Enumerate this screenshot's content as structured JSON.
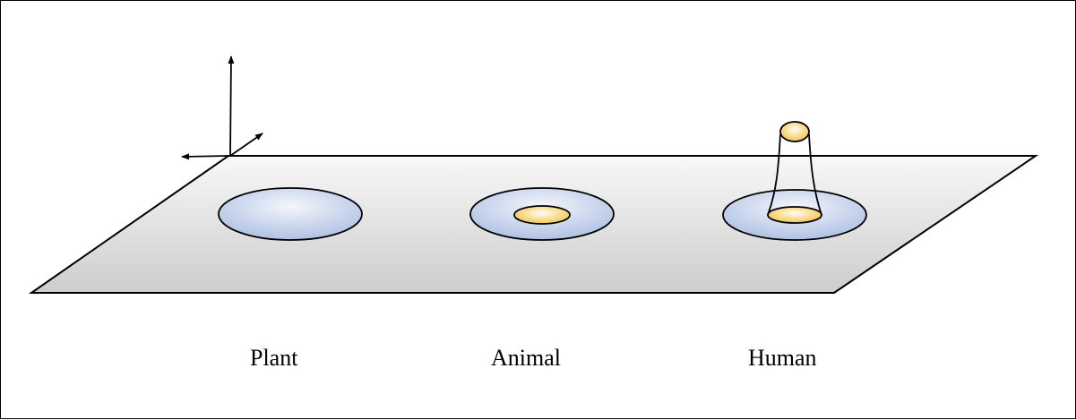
{
  "labels": {
    "plant": "Plant",
    "animal": "Animal",
    "human": "Human"
  },
  "colors": {
    "plane_top": "#f7f7f7",
    "plane_bottom": "#cfcfcf",
    "disc_light": "#eef2fa",
    "disc_dark": "#a9bde2",
    "core_light": "#fffbe6",
    "core_dark": "#f4c24a",
    "outline": "#000000"
  }
}
